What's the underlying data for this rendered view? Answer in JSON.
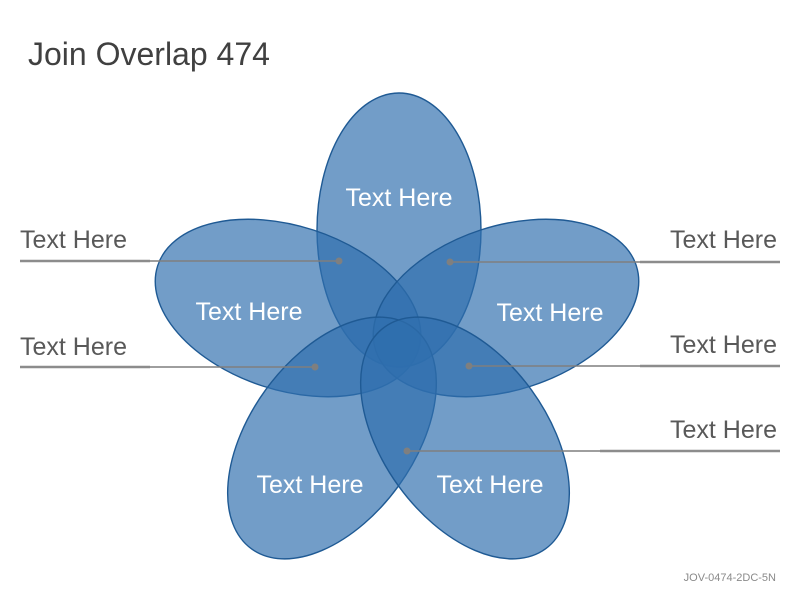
{
  "title": "Join Overlap 474",
  "footer_code": "JOV-0474-2DC-5N",
  "colors": {
    "petal_fill": "#2f6fae",
    "petal_stroke": "#1f5a94",
    "rule": "#8c8c8c"
  },
  "petals": [
    {
      "label": "Text Here"
    },
    {
      "label": "Text Here"
    },
    {
      "label": "Text Here"
    },
    {
      "label": "Text Here"
    },
    {
      "label": "Text Here"
    }
  ],
  "callouts": [
    {
      "label": "Text Here"
    },
    {
      "label": "Text Here"
    },
    {
      "label": "Text Here"
    },
    {
      "label": "Text Here"
    },
    {
      "label": "Text Here"
    }
  ]
}
